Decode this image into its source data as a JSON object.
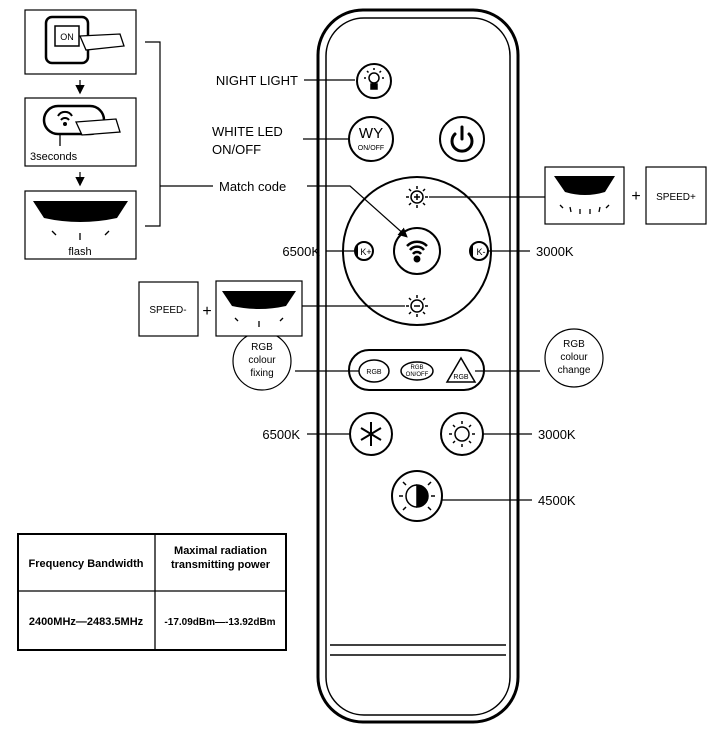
{
  "steps": {
    "on_label": "ON",
    "hold_label": "3seconds",
    "flash_label": "flash"
  },
  "labels": {
    "night_light": "NIGHT LIGHT",
    "white_led_1": "WHITE LED",
    "white_led_2": "ON/OFF",
    "match_code": "Match code",
    "k6500_left": "6500K",
    "k3000_right": "3000K",
    "k6500_bottom": "6500K",
    "k3000_bottom": "3000K",
    "k4500": "4500K",
    "speed_plus": "SPEED+",
    "speed_minus": "SPEED-",
    "plus": "+",
    "rgb_fixing": [
      "RGB",
      "colour",
      "fixing"
    ],
    "rgb_change": [
      "RGB",
      "colour",
      "change"
    ]
  },
  "remote": {
    "wy_line1": "WY",
    "wy_line2": "ON/OFF",
    "k_plus": "K+",
    "k_minus": "K-",
    "rgb_left": "RGB",
    "rgb_mid_1": "RGB",
    "rgb_mid_2": "ON/OFF",
    "rgb_right": "RGB"
  },
  "table": {
    "headers": [
      "Frequency Bandwidth",
      "Maximal radiation transmitting power"
    ],
    "rows": [
      [
        "2400MHz—2483.5MHz",
        "-17.09dBm—-13.92dBm"
      ]
    ]
  }
}
